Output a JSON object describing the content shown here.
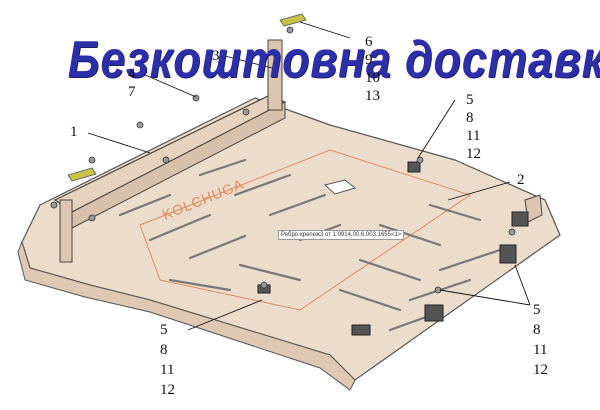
{
  "banner": {
    "text": "Безкоштовна  доставка",
    "color": "#2c2fa8"
  },
  "watermark": {
    "text": "KOLCHUGA"
  },
  "tooltip": {
    "text": "Ребро-крепеж3 от 1.0914.00.6.003.1655<1>"
  },
  "callouts": {
    "c1": "1",
    "c2": "2",
    "c3": "3",
    "c4": "4",
    "c6": "6",
    "c7": "7",
    "c9": "9",
    "c10": "10",
    "c13": "13",
    "c5a": "5",
    "c8a": "8",
    "c11a": "11",
    "c12a": "12",
    "c5b": "5",
    "c8b": "8",
    "c11b": "11",
    "c12b": "12",
    "c5c": "5",
    "c8c": "8",
    "c11c": "11",
    "c12c": "12"
  },
  "colors": {
    "plate": "#ecdccc",
    "outline": "#555555",
    "accent_orange": "#e08a5a",
    "bracket_yellow": "#c8c24a"
  }
}
